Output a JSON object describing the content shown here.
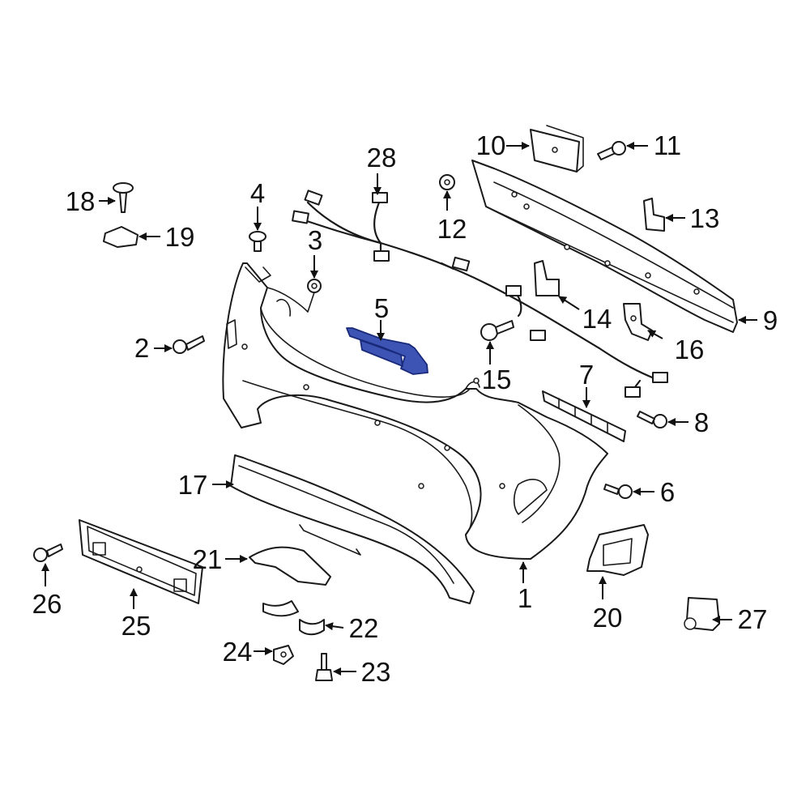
{
  "highlight_color": "#3d54b5",
  "callouts": [
    {
      "id": "c1",
      "label": "1"
    },
    {
      "id": "c2",
      "label": "2"
    },
    {
      "id": "c3",
      "label": "3"
    },
    {
      "id": "c4",
      "label": "4"
    },
    {
      "id": "c5",
      "label": "5"
    },
    {
      "id": "c6",
      "label": "6"
    },
    {
      "id": "c7",
      "label": "7"
    },
    {
      "id": "c8",
      "label": "8"
    },
    {
      "id": "c9",
      "label": "9"
    },
    {
      "id": "c10",
      "label": "10"
    },
    {
      "id": "c11",
      "label": "11"
    },
    {
      "id": "c12",
      "label": "12"
    },
    {
      "id": "c13",
      "label": "13"
    },
    {
      "id": "c14",
      "label": "14"
    },
    {
      "id": "c15",
      "label": "15"
    },
    {
      "id": "c16",
      "label": "16"
    },
    {
      "id": "c17",
      "label": "17"
    },
    {
      "id": "c18",
      "label": "18"
    },
    {
      "id": "c19",
      "label": "19"
    },
    {
      "id": "c20",
      "label": "20"
    },
    {
      "id": "c21",
      "label": "21"
    },
    {
      "id": "c22",
      "label": "22"
    },
    {
      "id": "c23",
      "label": "23"
    },
    {
      "id": "c24",
      "label": "24"
    },
    {
      "id": "c25",
      "label": "25"
    },
    {
      "id": "c26",
      "label": "26"
    },
    {
      "id": "c27",
      "label": "27"
    },
    {
      "id": "c28",
      "label": "28"
    }
  ]
}
